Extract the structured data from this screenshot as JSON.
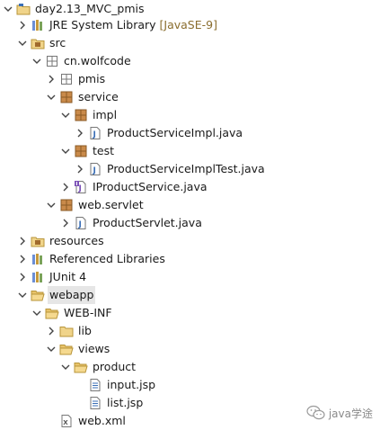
{
  "tree": {
    "project": "day2.13_MVC_pmis",
    "jre_label": "JRE System Library",
    "jre_decoration": "[JavaSE-9]",
    "src": "src",
    "pkg_root": "cn.wolfcode",
    "pkg_pmis": "pmis",
    "pkg_service": "service",
    "pkg_impl": "impl",
    "file_impl": "ProductServiceImpl.java",
    "pkg_test": "test",
    "file_test": "ProductServiceImplTest.java",
    "file_iface": "IProductService.java",
    "pkg_web": "web.servlet",
    "file_servlet": "ProductServlet.java",
    "resources": "resources",
    "ref_libs": "Referenced Libraries",
    "junit": "JUnit 4",
    "webapp": "webapp",
    "webinf": "WEB-INF",
    "lib": "lib",
    "views": "views",
    "product": "product",
    "input_jsp": "input.jsp",
    "list_jsp": "list.jsp",
    "web_xml": "web.xml"
  },
  "watermark": {
    "text": "java学途"
  },
  "colors": {
    "folder": "#e8c36a",
    "package": "#a06a2c",
    "java_file": "#3b6fb6",
    "selection": "#e6e6e6"
  }
}
